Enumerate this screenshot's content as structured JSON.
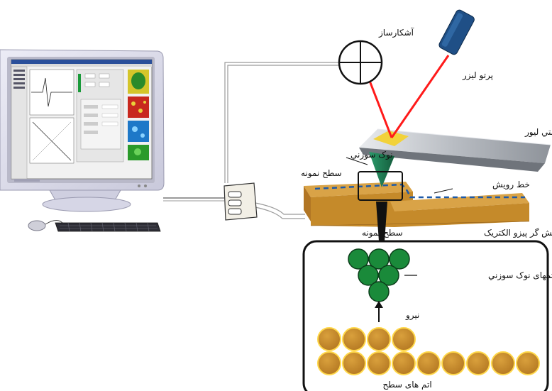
{
  "labels": {
    "detector": "آشکارساز",
    "laser": "پرتو لیزر",
    "cantilever": "کانتي لیور",
    "tip": "نوک سوزني",
    "sample_surface_box": "سطح نمونه",
    "scan_line": "خط رویش",
    "sample_surface": "سطح نمونه",
    "piezo_scanner": "رویش گر پیزو الکتریک",
    "tip_atoms": "اتمهای نوک سوزني",
    "force": "نیرو",
    "surface_atoms": "اتم های سطح"
  },
  "colors": {
    "laser": "#ff1a1a",
    "laser_head": "#1f4f86",
    "cantilever": "#a9adb3",
    "spot": "#f2d23a",
    "sample_block": "#c98e2a",
    "tip": "#1f7a52",
    "tip_atom": "#1a8a3a",
    "surface_atom": "#c58a2a",
    "scan_line": "#1e5aa8",
    "monitor": "#dcdcec"
  },
  "icons": {
    "computer": "desktop-computer-icon",
    "mouse": "mouse-icon",
    "keyboard": "keyboard-icon",
    "detector": "crosshair-detector-icon",
    "laser": "laser-emitter-icon",
    "controller": "controller-box-icon"
  }
}
